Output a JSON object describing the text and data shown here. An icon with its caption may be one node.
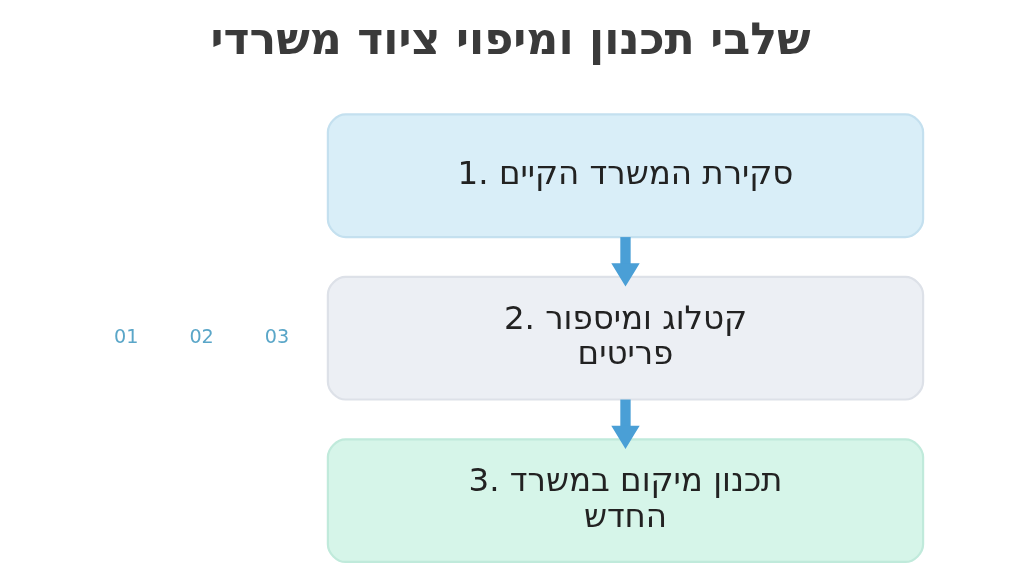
{
  "diagram": {
    "title": "שלבי תכנון ומיפוי ציוד משרדי",
    "nodes": [
      {
        "text": [
          "1. סקירת המשרד הקיים"
        ]
      },
      {
        "text": [
          "2. קטלוג ומיספור פריטים"
        ]
      },
      {
        "text": [
          "3. תכנון מיקום במשרד החדש"
        ]
      }
    ],
    "edges": [
      {
        "from": 0,
        "to": 1,
        "arrow": "to"
      },
      {
        "from": 1,
        "to": 2,
        "arrow": "to"
      }
    ],
    "labels": [
      "01",
      "02",
      "03"
    ]
  }
}
